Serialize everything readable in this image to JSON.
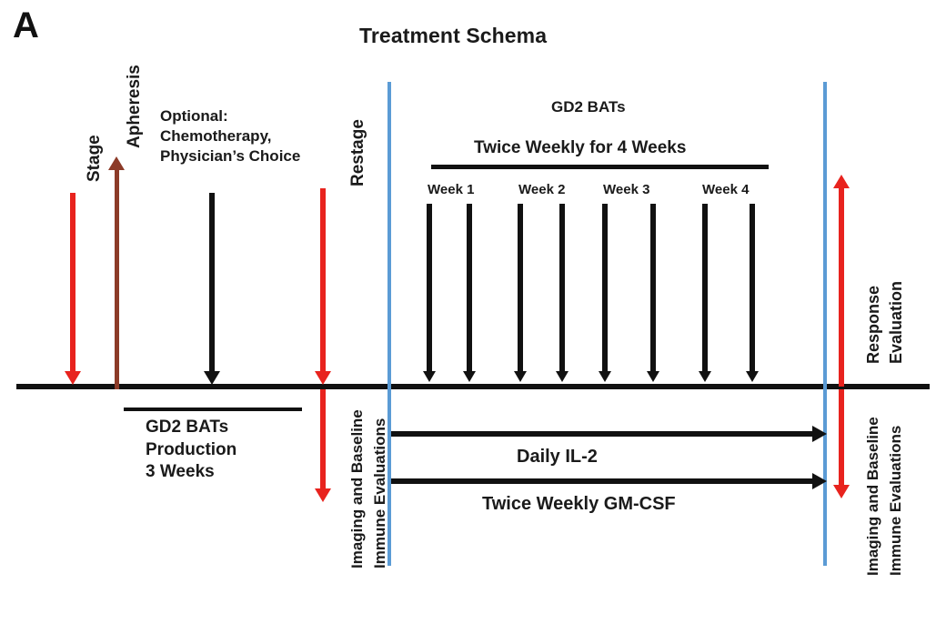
{
  "figure": {
    "panel_letter": "A",
    "title": "Treatment Schema"
  },
  "colors": {
    "red": "#e8231e",
    "brown": "#8c3b28",
    "blue": "#5b9bd5",
    "black": "#111111"
  },
  "pre_treatment": {
    "stage_label": "Stage",
    "apheresis_label": "Apheresis",
    "optional_line1": "Optional:",
    "optional_line2": "Chemotherapy,",
    "optional_line3": "Physician’s Choice",
    "restage_label": "Restage",
    "production_line1": "GD2 BATs",
    "production_line2": "Production",
    "production_line3": "3 Weeks",
    "imaging_left_line1": "Imaging and Baseline",
    "imaging_left_line2": "Immune Evaluations"
  },
  "treatment": {
    "product_label": "GD2 BATs",
    "schedule_label": "Twice Weekly for 4 Weeks",
    "weeks": [
      "Week 1",
      "Week 2",
      "Week 3",
      "Week 4"
    ],
    "infusion_count": 8,
    "il2_label": "Daily IL-2",
    "gmcsf_label": "Twice Weekly GM-CSF"
  },
  "post_treatment": {
    "response_line1": "Response",
    "response_line2": "Evaluation",
    "imaging_right_line1": "Imaging and Baseline",
    "imaging_right_line2": "Immune Evaluations"
  }
}
